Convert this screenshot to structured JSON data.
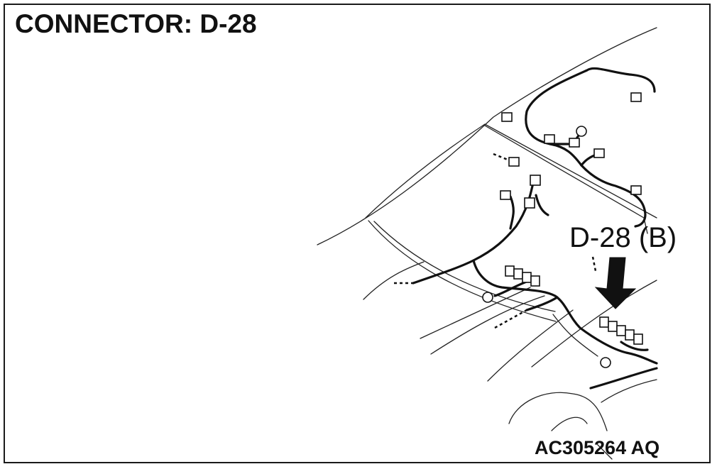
{
  "diagram": {
    "title": "CONNECTOR: D-28",
    "callout_label": "D-28 (B)",
    "figure_id": "AC305264 AQ"
  }
}
